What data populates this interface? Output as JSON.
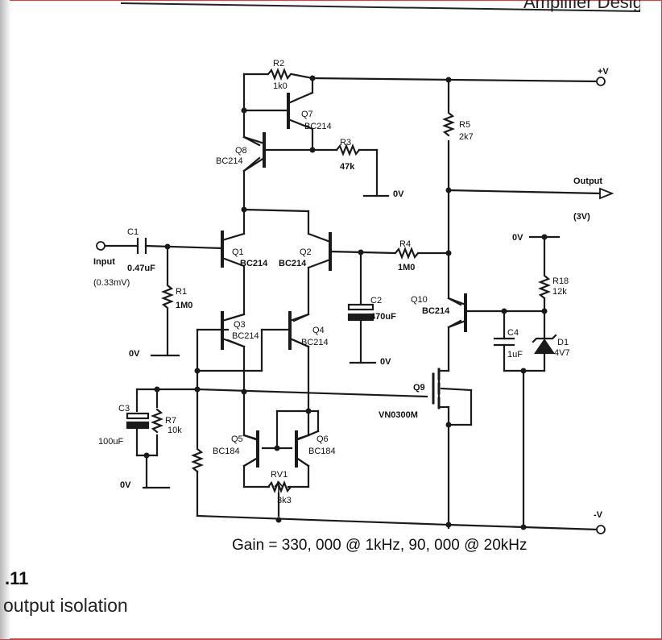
{
  "header": {
    "clipped_title": "Amplifier Designs"
  },
  "labels": {
    "R2": "R2",
    "R2_val": "1k0",
    "Q7": "Q7",
    "Q7_type": "BC214",
    "Q8": "Q8",
    "Q8_type": "BC214",
    "R3": "R3",
    "R3_val": "47k",
    "R5": "R5",
    "R5_val": "2k7",
    "zero_v": "0V",
    "plus_v": "+V",
    "minus_v": "-V",
    "output": "Output",
    "output_level": "(3V)",
    "C1": "C1",
    "C1_val": "0.47uF",
    "input": "Input",
    "input_level": "(0.33mV)",
    "Q1": "Q1",
    "Q1_type": "BC214",
    "Q2": "Q2",
    "Q2_type": "BC214",
    "R4": "R4",
    "R4_val": "1M0",
    "R18": "R18",
    "R18_val": "12k",
    "R1": "R1",
    "R1_val": "1M0",
    "C2": "C2",
    "C2_val": "470uF",
    "Q10": "Q10",
    "Q10_type": "BC214",
    "Q3": "Q3",
    "Q3_type": "BC214",
    "Q4": "Q4",
    "Q4_type": "BC214",
    "C4": "C4",
    "C4_val": "1uF",
    "D1": "D1",
    "D1_val": "4V7",
    "Q9": "Q9",
    "Q9_type": "VN0300M",
    "C3": "C3",
    "C3_val": "100uF",
    "R7": "R7",
    "R7_val": "10k",
    "Q5": "Q5",
    "Q5_type": "BC184",
    "Q6": "Q6",
    "Q6_type": "BC184",
    "RV1": "RV1",
    "RV1_val": "3k3"
  },
  "gain_text": "Gain = 330, 000 @ 1kHz, 90, 000 @ 20kHz",
  "figure": {
    "number": ".11",
    "caption": "output isolation"
  },
  "colors": {
    "ink": "#1a1a1a",
    "frame": "#d94040"
  }
}
